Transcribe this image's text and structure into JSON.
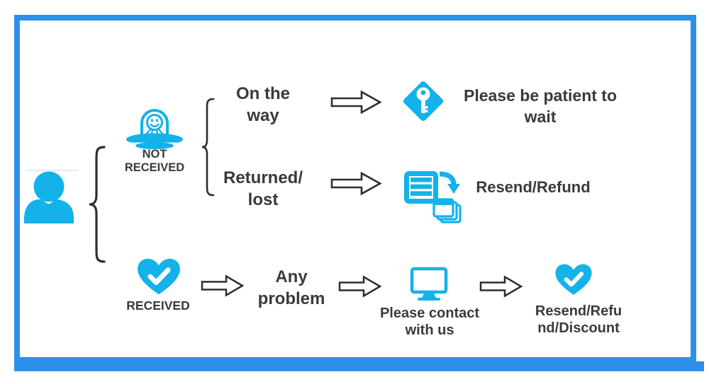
{
  "colors": {
    "accent_cyan": "#13b2e8",
    "frame_blue": "#2e8fe9",
    "text_dark": "#3a3a3a",
    "arrow_outline": "#2d2d2d"
  },
  "customer": {
    "icon": "person-icon"
  },
  "not_received": {
    "label": "NOT\nRECEIVED",
    "icon": "alien-ufo-icon",
    "on_the_way": {
      "condition": "On the\nway",
      "icon": "key-diamond-icon",
      "outcome": "Please be patient to\nwait"
    },
    "returned_lost": {
      "condition": "Returned/\nlost",
      "icon": "resend-documents-icon",
      "outcome": "Resend/Refund"
    }
  },
  "received": {
    "label": "RECEIVED",
    "icon": "heart-check-icon",
    "any_problem": {
      "condition": "Any\nproblem",
      "step_icon": "monitor-icon",
      "step": "Please contact\nwith us",
      "outcome_icon": "heart-check-icon",
      "outcome": "Resend/Refu\nnd/Discount"
    }
  }
}
